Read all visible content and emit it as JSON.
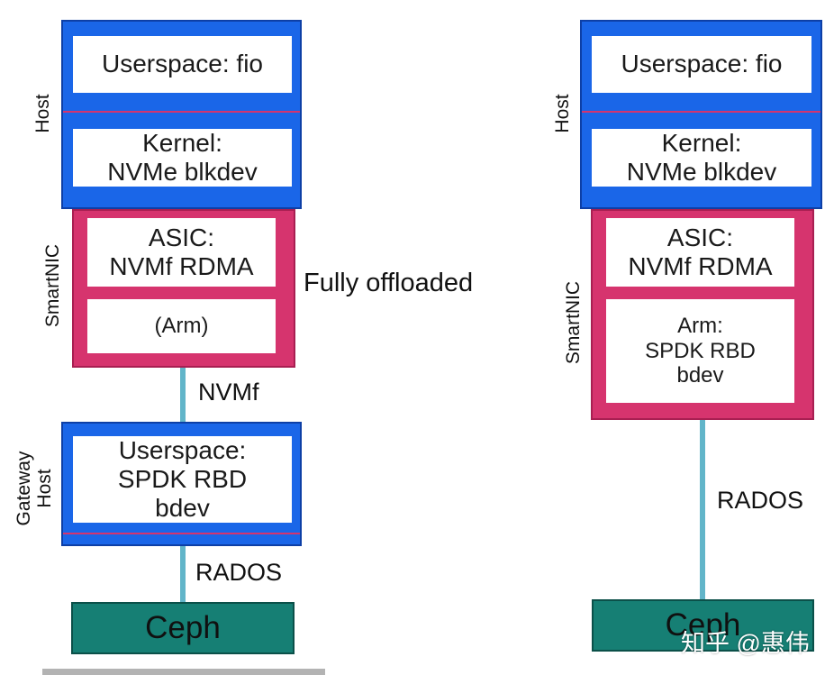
{
  "left": {
    "host_label": "Host",
    "smartnic_label": "SmartNIC",
    "gateway_label": "Gateway\nHost",
    "userspace": "Userspace: fio",
    "kernel": "Kernel:\nNVMe blkdev",
    "asic": "ASIC:\nNVMf RDMA",
    "arm": "(Arm)",
    "fully_offloaded": "Fully offloaded",
    "nvmf_link": "NVMf",
    "gateway_userspace": "Userspace:\nSPDK RBD\nbdev",
    "rados_link": "RADOS",
    "ceph": "Ceph"
  },
  "right": {
    "host_label": "Host",
    "smartnic_label": "SmartNIC",
    "userspace": "Userspace: fio",
    "kernel": "Kernel:\nNVMe blkdev",
    "asic": "ASIC:\nNVMf RDMA",
    "arm": "Arm:\nSPDK RBD\nbdev",
    "rados_link": "RADOS",
    "ceph": "Ceph"
  },
  "watermark": "知乎 @惠伟",
  "colors": {
    "host_blue": "#1a66e8",
    "smartnic_pink": "#d6346e",
    "ceph_teal": "#167f74",
    "connector": "#62b5c9"
  }
}
